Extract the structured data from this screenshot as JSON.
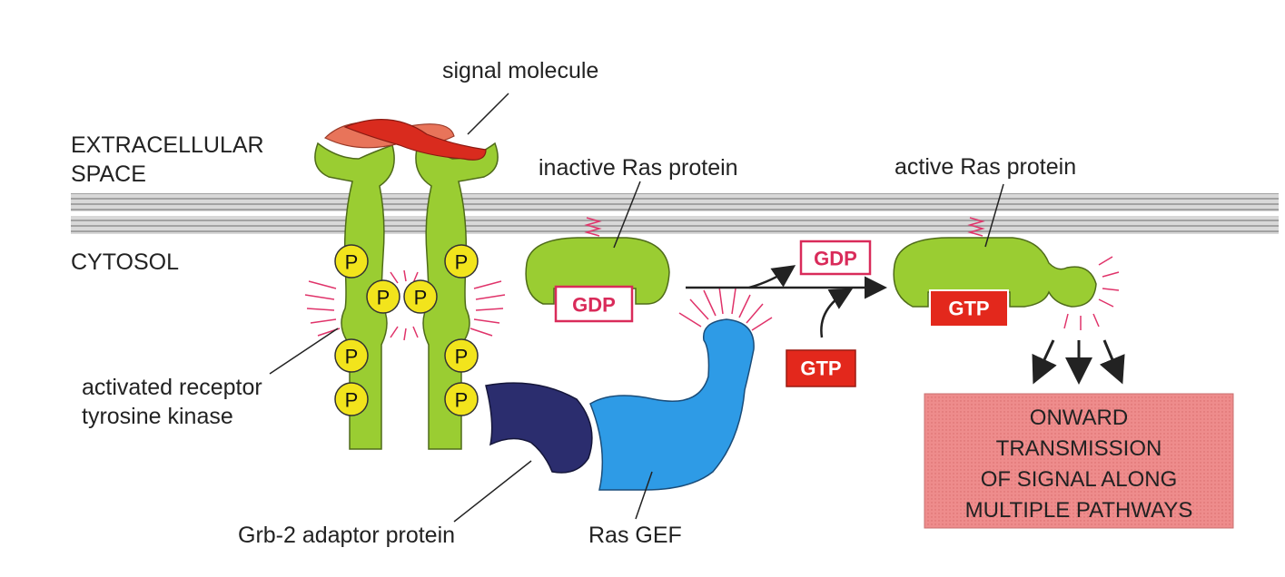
{
  "labels": {
    "signal_molecule": "signal molecule",
    "extracellular_line1": "EXTRACELLULAR",
    "extracellular_line2": "SPACE",
    "cytosol": "CYTOSOL",
    "inactive_ras": "inactive Ras protein",
    "active_ras": "active Ras protein",
    "receptor_line1": "activated receptor",
    "receptor_line2": "tyrosine kinase",
    "grb2": "Grb-2 adaptor protein",
    "ras_gef": "Ras GEF"
  },
  "phosphate_label": "P",
  "boxes": {
    "inactive_gdp": "GDP",
    "released_gdp": "GDP",
    "incoming_gtp": "GTP",
    "active_gtp": "GTP"
  },
  "onward": {
    "line1": "ONWARD",
    "line2": "TRANSMISSION",
    "line3": "OF SIGNAL ALONG",
    "line4": "MULTIPLE PATHWAYS"
  },
  "colors": {
    "protein_green": "#9ACD32",
    "ras_gef_blue": "#2E9BE6",
    "grb2_navy": "#2B2D6E",
    "signal_red": "#D92B1E",
    "signal_salmon": "#E8745A",
    "phosphate_yellow": "#F2E41C",
    "gtp_red": "#E3281C",
    "gdp_outline": "#D92B5A",
    "onward_pink": "#EE8C8C",
    "membrane_gray": "#9A9A9A"
  }
}
